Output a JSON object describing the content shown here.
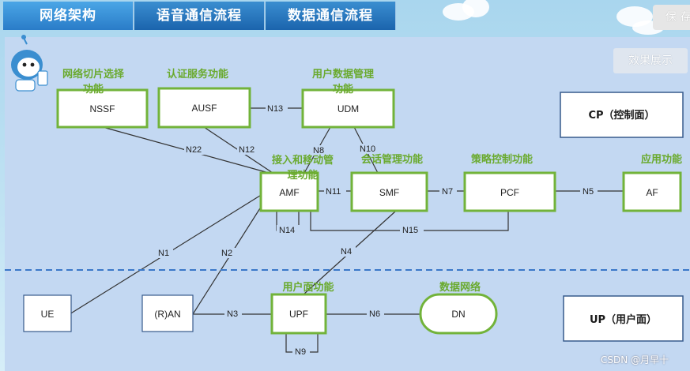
{
  "tabs": [
    {
      "label": "网络架构",
      "active": true
    },
    {
      "label": "语音通信流程",
      "active": false
    },
    {
      "label": "数据通信流程",
      "active": false
    }
  ],
  "save_label": "保 存",
  "effect_button": "效果展示",
  "planes": {
    "cp": "CP（控制面）",
    "up": "UP（用户面）"
  },
  "nodes": {
    "nssf": "NSSF",
    "ausf": "AUSF",
    "udm": "UDM",
    "amf": "AMF",
    "smf": "SMF",
    "pcf": "PCF",
    "af": "AF",
    "ue": "UE",
    "ran": "(R)AN",
    "upf": "UPF",
    "dn": "DN"
  },
  "functions": {
    "nssf_l1": "网络切片选择",
    "nssf_l2": "功能",
    "ausf": "认证服务功能",
    "udm_l1": "用户数据管理",
    "udm_l2": "功能",
    "amf_l1": "接入和移动管",
    "amf_l2": "理功能",
    "smf": "会话管理功能",
    "pcf": "策略控制功能",
    "af": "应用功能",
    "upf": "用户面功能",
    "dn": "数据网络"
  },
  "interfaces": {
    "n1": "N1",
    "n2": "N2",
    "n3": "N3",
    "n4": "N4",
    "n5": "N5",
    "n6": "N6",
    "n7": "N7",
    "n8": "N8",
    "n9": "N9",
    "n10": "N10",
    "n11": "N11",
    "n12": "N12",
    "n13": "N13",
    "n14": "N14",
    "n15": "N15",
    "n22": "N22"
  },
  "watermark": "CSDN @月早十",
  "colors": {
    "function_text": "#6aaa2e",
    "node_border": "#72b33a",
    "plane_border": "#375a8c",
    "tab": "#1b64ad"
  }
}
